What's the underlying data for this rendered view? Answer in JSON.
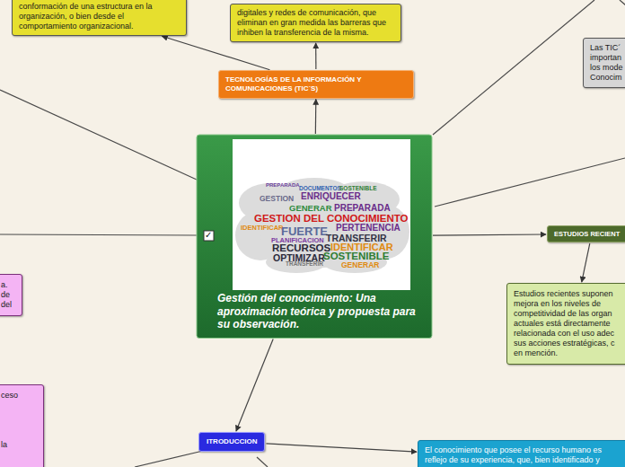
{
  "diagram": {
    "nodes": [
      {
        "text": [
          "conformación de una estructura en la organización, o bien desde el comportamiento organizacional."
        ]
      },
      {
        "text": [
          "digitales y redes de comunicación, que eliminan en gran medida las barreras que inhiben la transferencia de la misma."
        ]
      },
      {
        "text": [
          "Las TIC´ importan los mode Conocim"
        ]
      },
      {
        "text": [
          "TECNOLOGÍAS DE LA INFORMACIÓN Y COMUNICACIONES (TIC´S)"
        ]
      },
      {
        "text": [
          "Gestión del conocimiento: Una aproximación teórica y propuesta para su observación."
        ]
      },
      {
        "text": [
          "ESTUDIOS RECIENT"
        ]
      },
      {
        "text": [
          "a. de del"
        ]
      },
      {
        "text": [
          "Estudios recientes suponen mejora en los niveles de competitividad de las organ actuales está directamente relacionada con el uso adec sus acciones estratégicas, c en mención."
        ]
      },
      {
        "text": [
          "ceso",
          "la"
        ]
      },
      {
        "text": [
          "ITRODUCCION"
        ]
      },
      {
        "text": [
          "El conocimiento que posee el recurso humano es reflejo de su experiencia, que, bien identificado y"
        ]
      }
    ],
    "edges": [
      {
        "from": 4,
        "to": 3,
        "arrow": "to"
      },
      {
        "from": 3,
        "to": 0,
        "arrow": "to"
      },
      {
        "from": 3,
        "to": 1,
        "arrow": "to"
      },
      {
        "from": 4,
        "to": 5,
        "arrow": "to"
      },
      {
        "from": 5,
        "to": 7,
        "arrow": "to"
      },
      {
        "from": 4,
        "to": 9,
        "arrow": "to"
      },
      {
        "from": 9,
        "to": 10,
        "arrow": "to"
      }
    ],
    "labels": [
      "✓",
      "PREPARADA",
      "DOCUMENTOS",
      "SOSTENIBLE",
      "GESTION",
      "ENRIQUECER",
      "GENERAR",
      "PREPARADA",
      "GESTION DEL CONOCIMIENTO",
      "IDENTIFICAR",
      "FUERTE",
      "PERTENENCIA",
      "PLANIFICACION",
      "TRANSFERIR",
      "RECURSOS",
      "IDENTIFICAR",
      "OPTIMIZAR",
      "SOSTENIBLE",
      "TRANSFERIR",
      "GENERAR"
    ]
  }
}
